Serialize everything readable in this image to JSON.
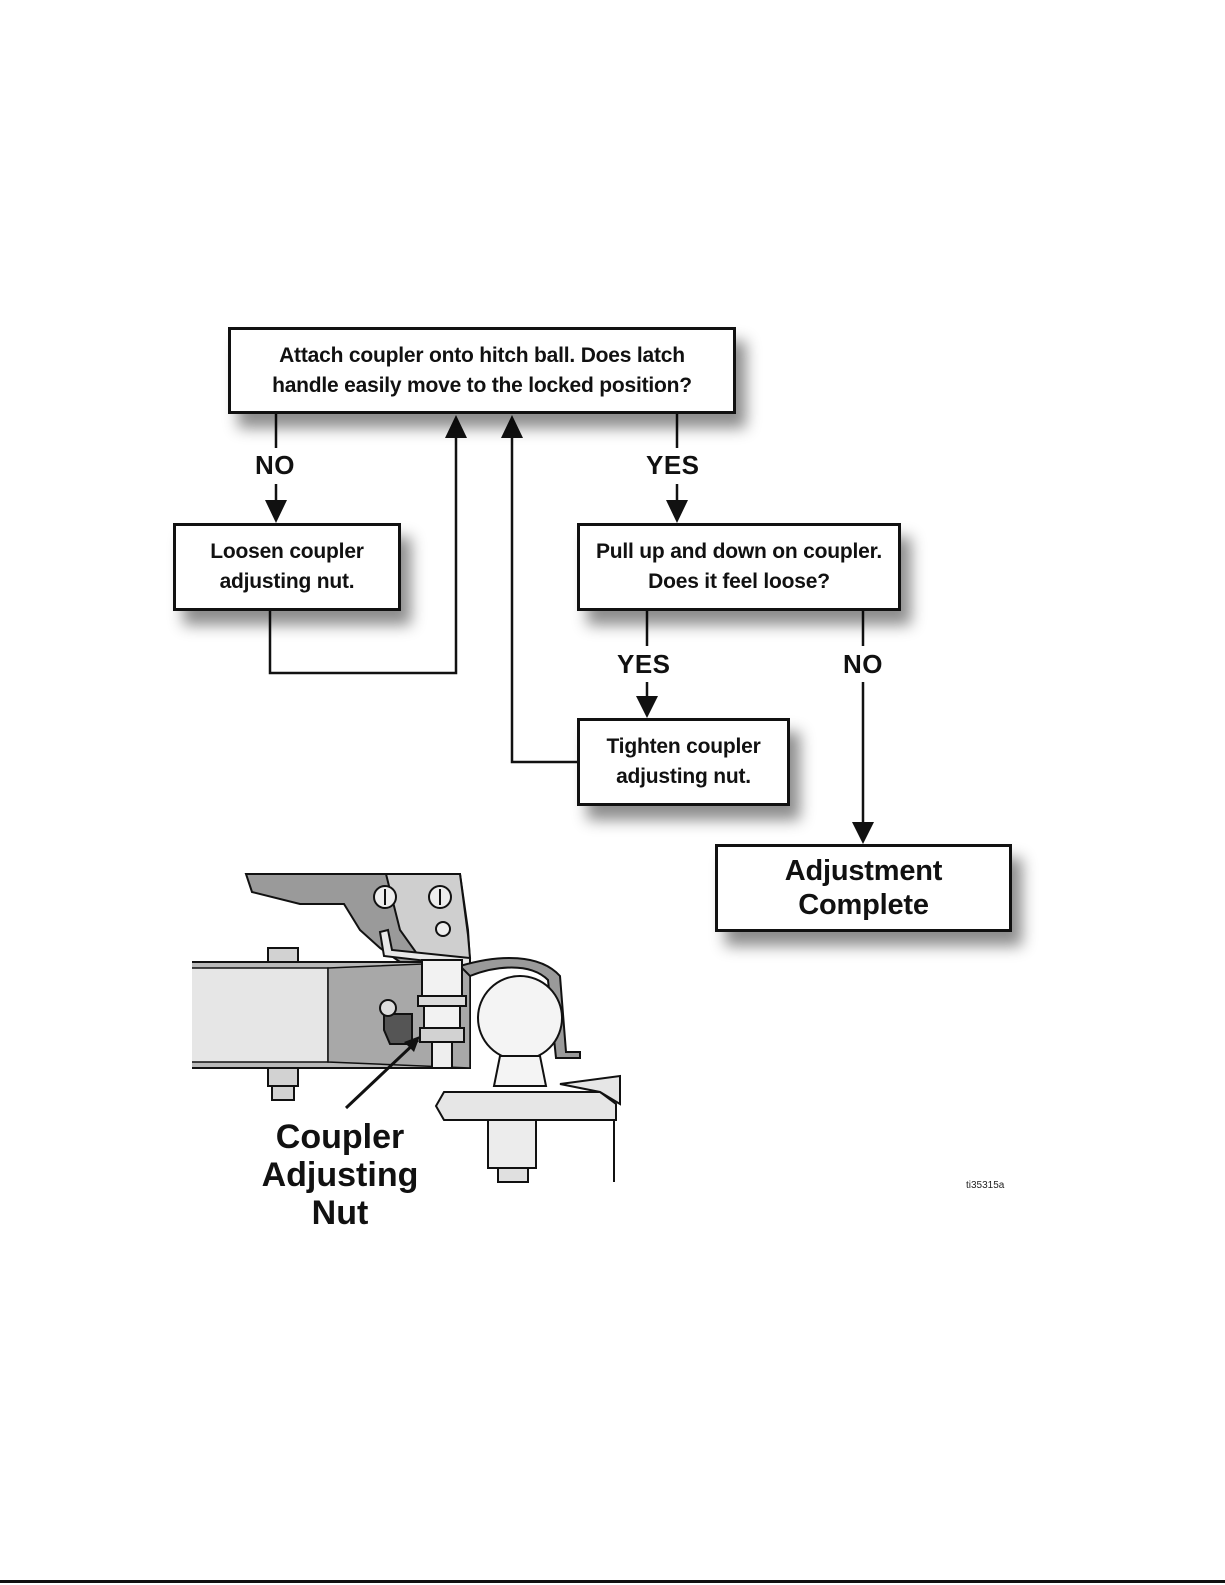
{
  "flowchart": {
    "start": {
      "lines": [
        "Attach coupler onto hitch ball.  Does latch",
        "handle easily move to the locked position?"
      ]
    },
    "loosen": {
      "lines": [
        "Loosen coupler",
        "adjusting nut."
      ]
    },
    "pull_test": {
      "lines": [
        "Pull up and down on coupler.",
        "Does it feel loose?"
      ]
    },
    "tighten": {
      "lines": [
        "Tighten coupler",
        "adjusting nut."
      ]
    },
    "complete": {
      "lines": [
        "Adjustment Complete"
      ]
    },
    "edges": {
      "start_no": "NO",
      "start_yes": "YES",
      "pull_yes": "YES",
      "pull_no": "NO"
    }
  },
  "illustration": {
    "callout_lines": [
      "Coupler",
      "Adjusting Nut"
    ],
    "figure_id": "ti35315a"
  },
  "colors": {
    "ink": "#111111",
    "metal_gray": "#8c8c8c",
    "light_gray": "#d2d2d2"
  }
}
